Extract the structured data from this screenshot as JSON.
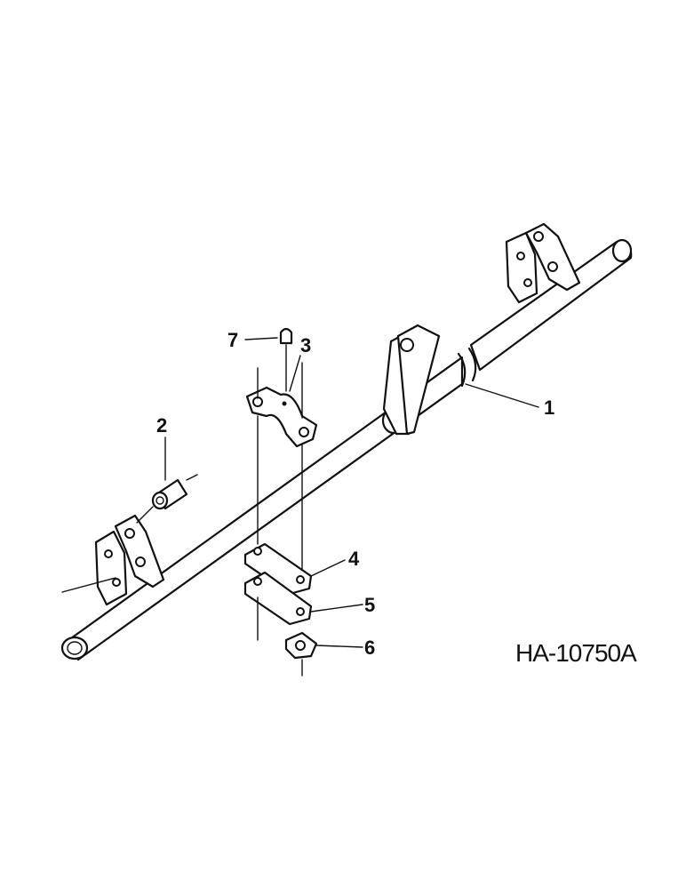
{
  "figure_id": "HA-10750A",
  "callouts": [
    "1",
    "2",
    "3",
    "4",
    "5",
    "6",
    "7"
  ]
}
